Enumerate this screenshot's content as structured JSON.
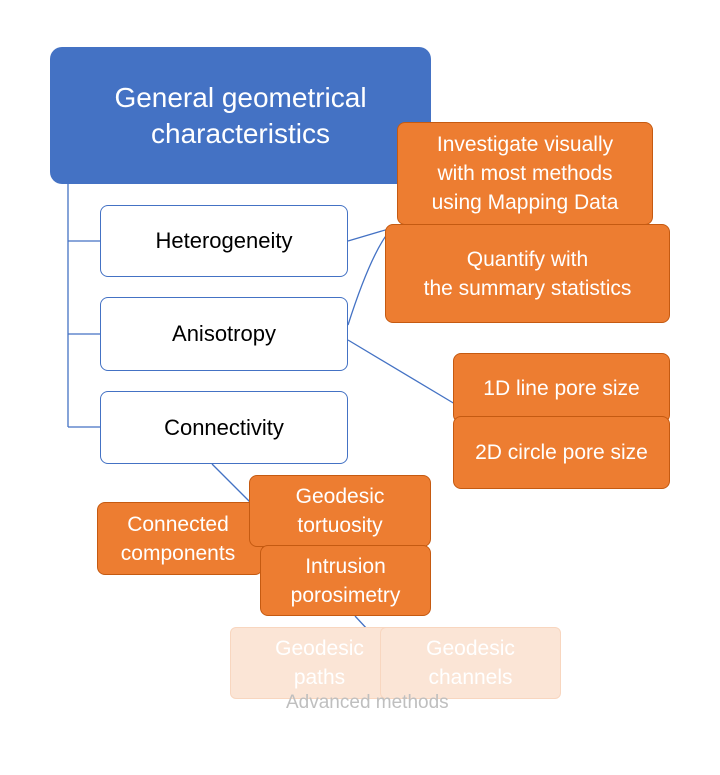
{
  "diagram": {
    "root": {
      "label": "General geometrical\ncharacteristics"
    },
    "characteristics": [
      {
        "label": "Heterogeneity"
      },
      {
        "label": "Anisotropy"
      },
      {
        "label": "Connectivity"
      }
    ],
    "methods": {
      "investigate": "Investigate visually\nwith most methods\nusing Mapping Data",
      "quantify": "Quantify with\nthe summary statistics",
      "line_pore_size": "1D line pore size",
      "circle_pore_size": "2D circle pore size",
      "connected_components": "Connected\ncomponents",
      "geodesic_tortuosity": "Geodesic\ntortuosity",
      "intrusion_porosimetry": "Intrusion\nporosimetry"
    },
    "advanced": {
      "geodesic_paths": "Geodesic\npaths",
      "geodesic_channels": "Geodesic\nchannels",
      "caption": "Advanced methods"
    },
    "colors": {
      "root": "#4472c4",
      "method": "#ed7d31",
      "advanced": "#fbe5d6",
      "connector": "#4472c4"
    }
  }
}
